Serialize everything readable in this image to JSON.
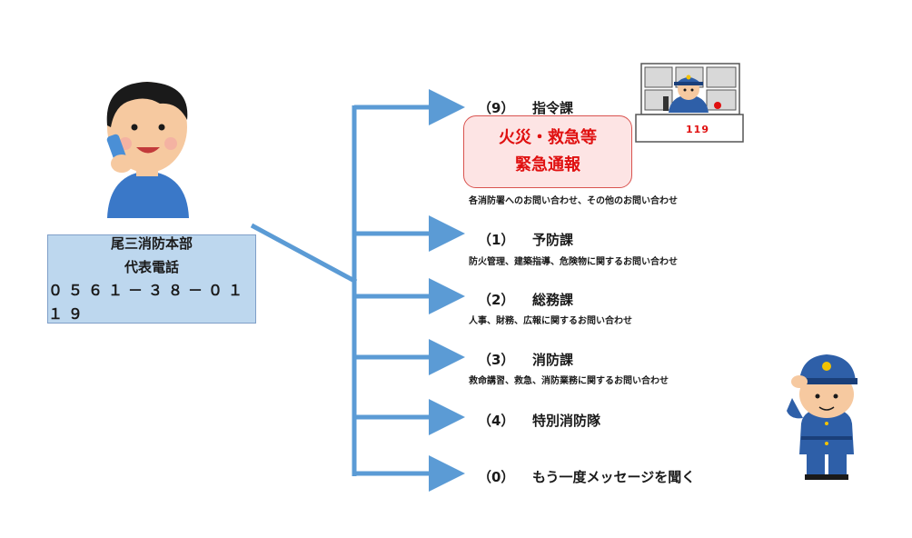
{
  "headquarters": {
    "name": "尾三消防本部",
    "label": "代表電話",
    "phone": "０５６１－３８－０１１９"
  },
  "emergency_box": {
    "line1": "火災・救急等",
    "line2": "緊急通報"
  },
  "control_room_sign": "119",
  "menu": [
    {
      "key": "（9）",
      "name": "指令課",
      "description": "各消防署へのお問い合わせ、その他のお問い合わせ"
    },
    {
      "key": "（1）",
      "name": "予防課",
      "description": "防火管理、建築指導、危険物に関するお問い合わせ"
    },
    {
      "key": "（2）",
      "name": "総務課",
      "description": "人事、財務、広報に関するお問い合わせ"
    },
    {
      "key": "（3）",
      "name": "消防課",
      "description": "救命講習、救急、消防業務に関するお問い合わせ"
    },
    {
      "key": "（4）",
      "name": "特別消防隊",
      "description": ""
    },
    {
      "key": "（0）",
      "name": "もう一度メッセージを聞く",
      "description": ""
    }
  ],
  "colors": {
    "arrow": "#5b9bd5",
    "hq_fill": "#bdd7ee",
    "emergency_text": "#e01010",
    "emergency_fill": "#fde4e4",
    "uniform": "#2e5fa8"
  },
  "icons": [
    "caller-illustration",
    "dispatcher-illustration",
    "firefighter-salute-illustration"
  ]
}
